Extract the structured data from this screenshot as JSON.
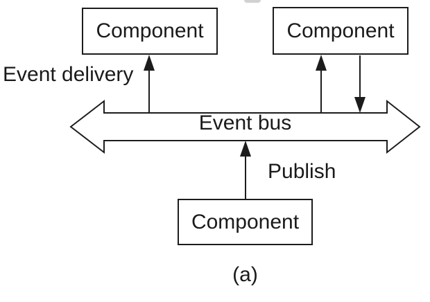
{
  "diagram": {
    "caption": "(a)",
    "bus": {
      "label": "Event bus"
    },
    "components": [
      "Component",
      "Component",
      "Component"
    ],
    "edge_labels": {
      "event_delivery": "Event delivery",
      "publish": "Publish"
    },
    "arrows": [
      {
        "name": "bus-to-top-left-component",
        "direction": "up"
      },
      {
        "name": "bus-to-top-right-component",
        "direction": "up"
      },
      {
        "name": "top-right-component-to-bus",
        "direction": "down"
      },
      {
        "name": "bottom-component-to-bus",
        "direction": "up"
      },
      {
        "name": "event-bus",
        "direction": "both-horizontal"
      }
    ],
    "colors": {
      "line": "#1c1c1c",
      "text": "#1a1a1a",
      "background": "#ffffff"
    }
  }
}
